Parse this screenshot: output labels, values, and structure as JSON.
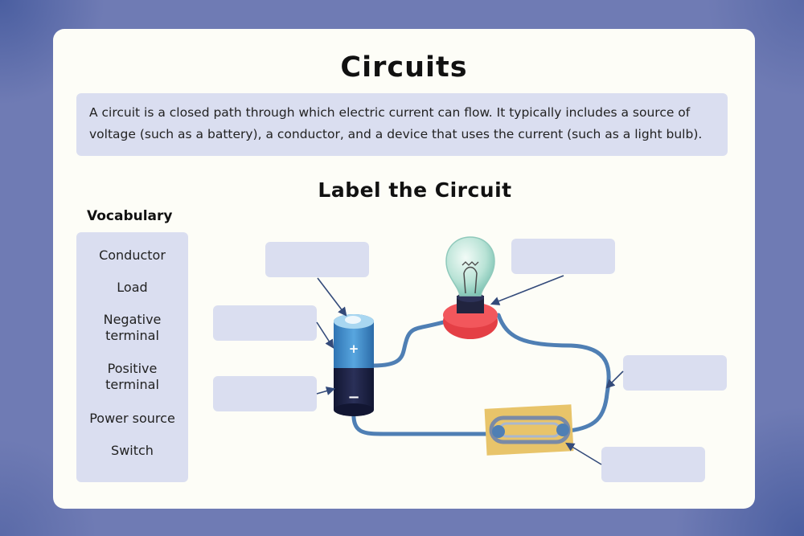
{
  "title": "Circuits",
  "intro": "A circuit is a closed path through which electric current can flow. It typically includes a source of voltage (such as a battery), a conductor, and a device that uses the current (such as a light bulb).",
  "subtitle": "Label the Circuit",
  "vocabulary": {
    "title": "Vocabulary",
    "items": [
      "Conductor",
      "Load",
      "Negative terminal",
      "Positive terminal",
      "Power source",
      "Switch"
    ]
  },
  "battery": {
    "plus": "+",
    "minus": "−"
  },
  "colors": {
    "background": "#6f7bb4",
    "card": "#fdfdf7",
    "box": "#dadef0",
    "wire": "#4f7fb4",
    "battery_top": "#3f8bc9",
    "battery_bottom": "#1c2140",
    "bulb_base": "#e94b4f",
    "switch_board": "#e8c46a"
  }
}
